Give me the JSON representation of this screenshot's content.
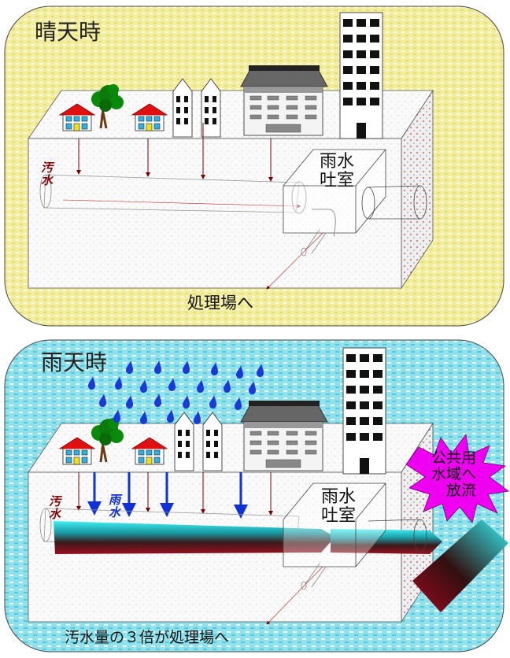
{
  "colors": {
    "sunny_bg": "#f1ec9c",
    "rainy_bg": "#8fe4ee",
    "sewage": "#800000",
    "rain": "#1030d8",
    "starburst": "#f000f0",
    "pipe_cyan": "#20e8f0",
    "pipe_dark": "#300808",
    "house_roof": "#e01010",
    "tree": "#0a7a0a"
  },
  "sunny": {
    "title": "晴天時",
    "sewage_label": "汚\n水",
    "chamber_label": "雨水\n吐室",
    "destination": "処理場へ"
  },
  "rainy": {
    "title": "雨天時",
    "sewage_label": "汚\n水",
    "rain_label": "雨\n水",
    "chamber_label": "雨水\n吐室",
    "starburst_label": "公共用\n水域へ\n　放流",
    "destination": "汚水量の３倍が処理場へ"
  },
  "icons": [
    "house-icon",
    "tree-icon",
    "townhouse-icon",
    "office-building-icon",
    "tower-icon",
    "raindrop-icon",
    "starburst-icon",
    "pipe-icon"
  ]
}
